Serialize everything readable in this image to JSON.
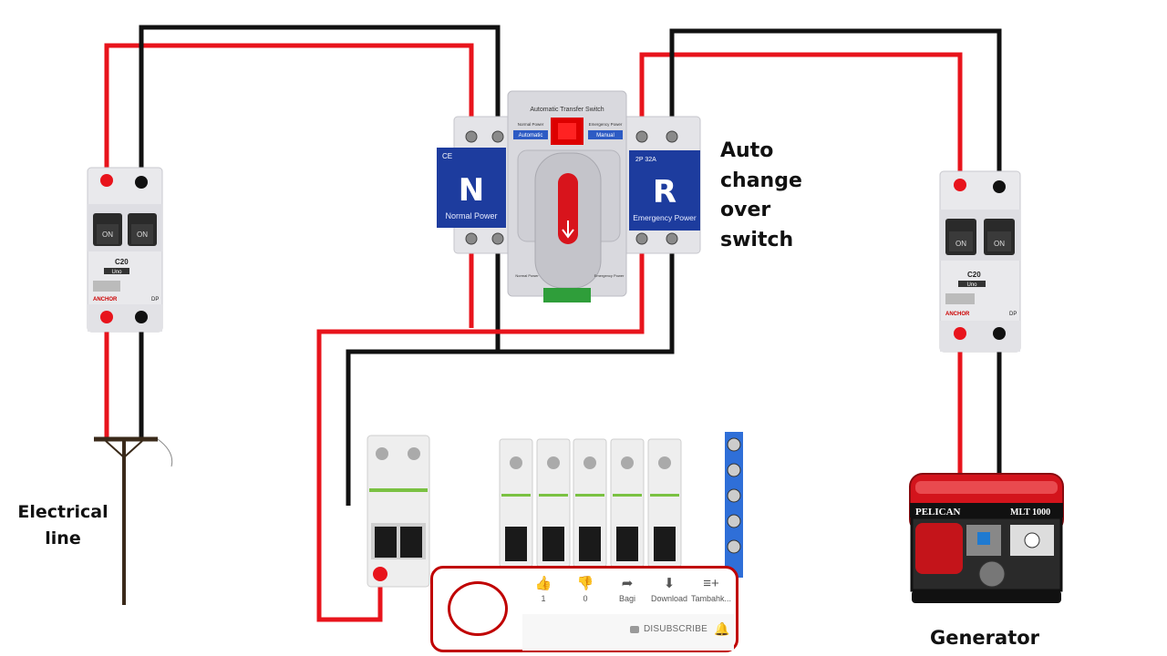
{
  "labels": {
    "ats": [
      "Auto",
      "change",
      "over",
      "switch"
    ],
    "line": [
      "Electrical",
      "line"
    ],
    "generator": "Generator"
  },
  "ats": {
    "header": "Automatic Transfer Switch",
    "left_mode": "Automatic",
    "right_mode": "Manual",
    "left_status": "Normal Power",
    "right_status": "Emergency Power",
    "n_letter": "N",
    "n_text": "Normal Power",
    "r_letter": "R",
    "r_text": "Emergency Power",
    "ce": "CE",
    "rating": "2P 32A",
    "bottom_left": "Normal Power",
    "bottom_right": "Emergency Power"
  },
  "breaker": {
    "on": "ON",
    "rating": "C20",
    "brand": "Uno",
    "maker": "ANCHOR",
    "dp": "DP"
  },
  "generator_unit": {
    "brand": "PELICAN",
    "model": "MLT 1000"
  },
  "youtube": {
    "actions": [
      {
        "icon": "thumbs-up-icon",
        "glyph": "👍",
        "label": "1"
      },
      {
        "icon": "thumbs-down-icon",
        "glyph": "👎",
        "label": "0"
      },
      {
        "icon": "share-icon",
        "glyph": "➦",
        "label": "Bagi"
      },
      {
        "icon": "download-icon",
        "glyph": "⬇",
        "label": "Download"
      },
      {
        "icon": "add-to-playlist-icon",
        "glyph": "≡+",
        "label": "Tambahk..."
      }
    ],
    "subscribe": "DISUBSCRIBE"
  },
  "colors": {
    "live_wire": "#e8141c",
    "neutral_wire": "#111111",
    "ats_blue": "#1d3c9e",
    "accent_red": "#c00000"
  }
}
